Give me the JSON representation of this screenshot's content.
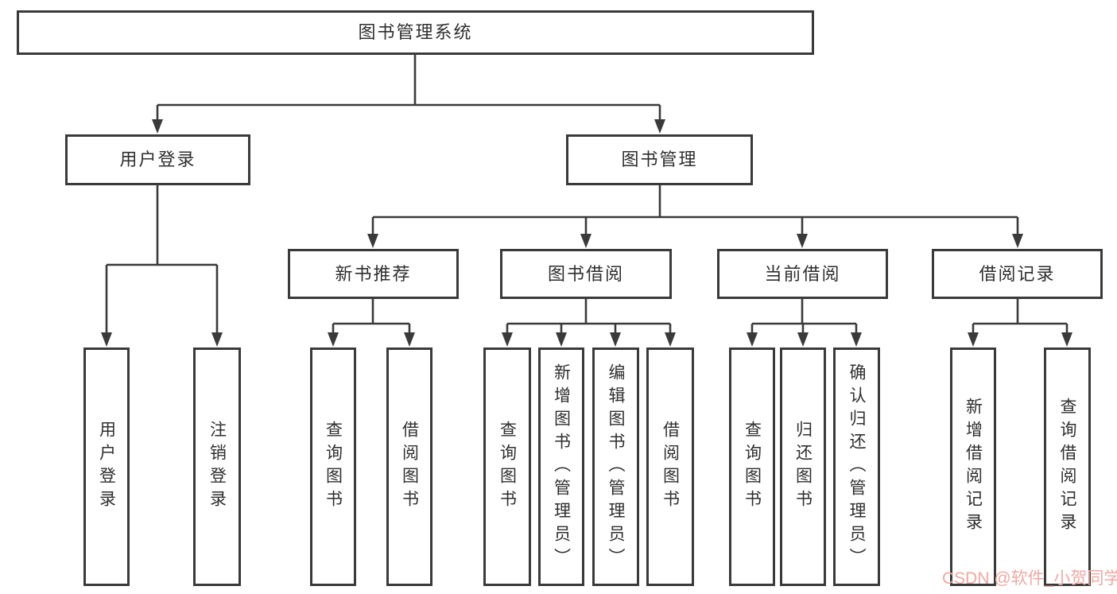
{
  "tree": {
    "root": {
      "label": "图书管理系统"
    },
    "branches": [
      {
        "label": "用户登录",
        "leaves": [
          "用户登录",
          "注销登录"
        ]
      },
      {
        "label": "图书管理",
        "groups": [
          {
            "label": "新书推荐",
            "leaves": [
              "查询图书",
              "借阅图书"
            ]
          },
          {
            "label": "图书借阅",
            "leaves": [
              "查询图书",
              "新增图书（管理员）",
              "编辑图书（管理员）",
              "借阅图书"
            ]
          },
          {
            "label": "当前借阅",
            "leaves": [
              "查询图书",
              "归还图书",
              "确认归还（管理员）"
            ]
          },
          {
            "label": "借阅记录",
            "leaves": [
              "新增借阅记录",
              "查询借阅记录"
            ]
          }
        ]
      }
    ]
  },
  "watermark": {
    "text": "CSDN @软件_小贺同学",
    "color": "#f0a8a2"
  },
  "colors": {
    "line": "#3a3a3a",
    "text": "#2e2e2e",
    "background": "#ffffff"
  }
}
